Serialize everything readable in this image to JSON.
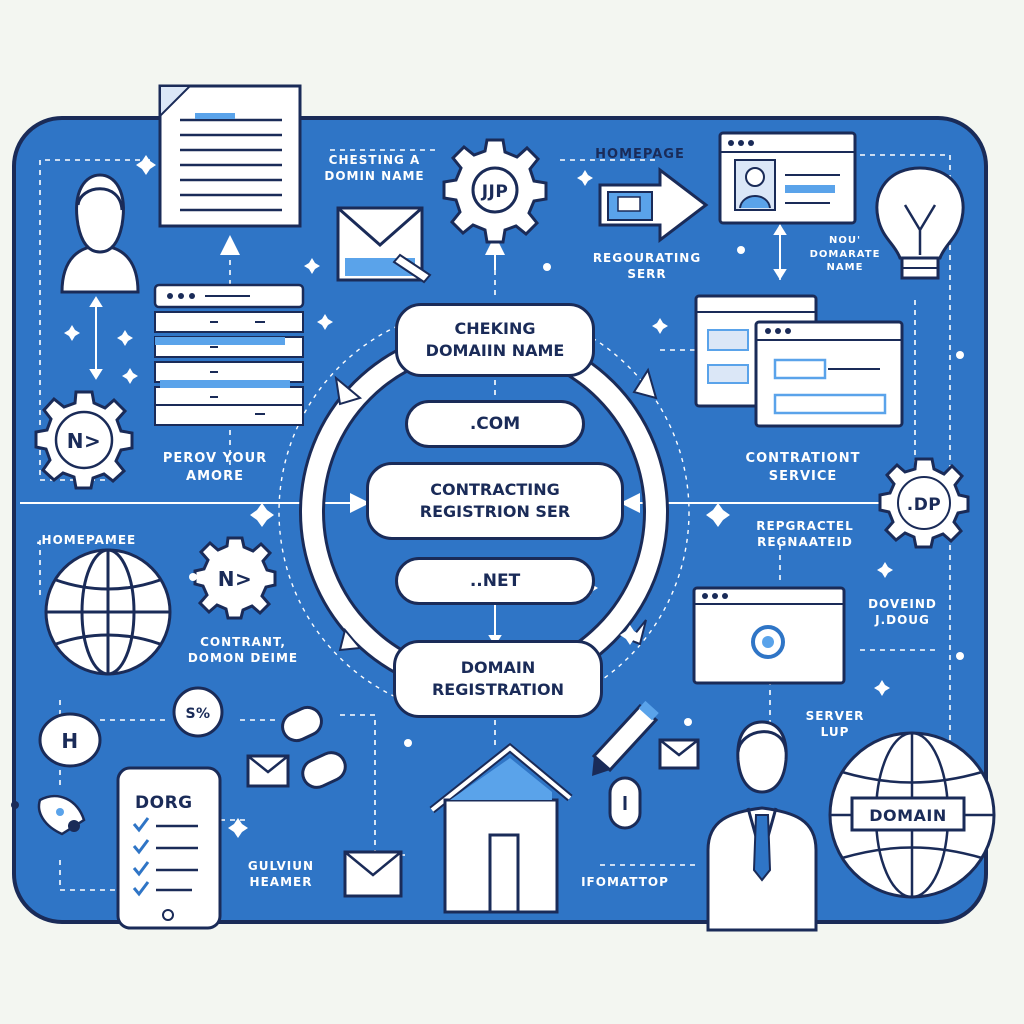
{
  "nodes": {
    "checking_domain": [
      "CHEKING",
      "DOMAIIN NAME"
    ],
    "com": ".COM",
    "contracting": [
      "CONTRACTING",
      "REGISTRION SER"
    ],
    "net": "..NET",
    "domain_registration": [
      "DOMAIN",
      "REGISTRATION"
    ]
  },
  "labels": {
    "cheating_domain": [
      "CHESTING A",
      "DOMIN NAME"
    ],
    "homepage_top": "HOMEPAGE",
    "regourating": [
      "REGOURATING",
      "SERR"
    ],
    "now_domain": [
      "NOU'",
      "DOMARATE",
      "NAME"
    ],
    "perov_your": [
      "PEROV YOUR",
      "AMORE"
    ],
    "contrationt_service": [
      "CONTRATIONT",
      "SERVICE"
    ],
    "homepamee": ".HOMEPAMEE",
    "repgracted": [
      "REPGRACTEL",
      "REGNAATEID"
    ],
    "contrant": [
      "CONTRANT,",
      "DOMON DEIME"
    ],
    "doveind": [
      "DOVEIND",
      "J.DOUG"
    ],
    "server": [
      "SERVER",
      "LUP"
    ],
    "gulvlun": [
      "GULVIUN",
      "HEAMER"
    ],
    "ifomattop": "IFOMATTOP"
  },
  "icon_text": {
    "gear_top": "JJP",
    "gear_left": "N>",
    "gear_mid": "N>",
    "gear_right": ".DP",
    "badge_h": "H",
    "badge_s": "S%",
    "globe": "DOMAIN",
    "phone": "DORG"
  },
  "colors": {
    "panel": "#2f75c6",
    "outline": "#1a2b58",
    "white": "#ffffff",
    "accent": "#5aa3ea",
    "background": "#f3f6f1"
  }
}
